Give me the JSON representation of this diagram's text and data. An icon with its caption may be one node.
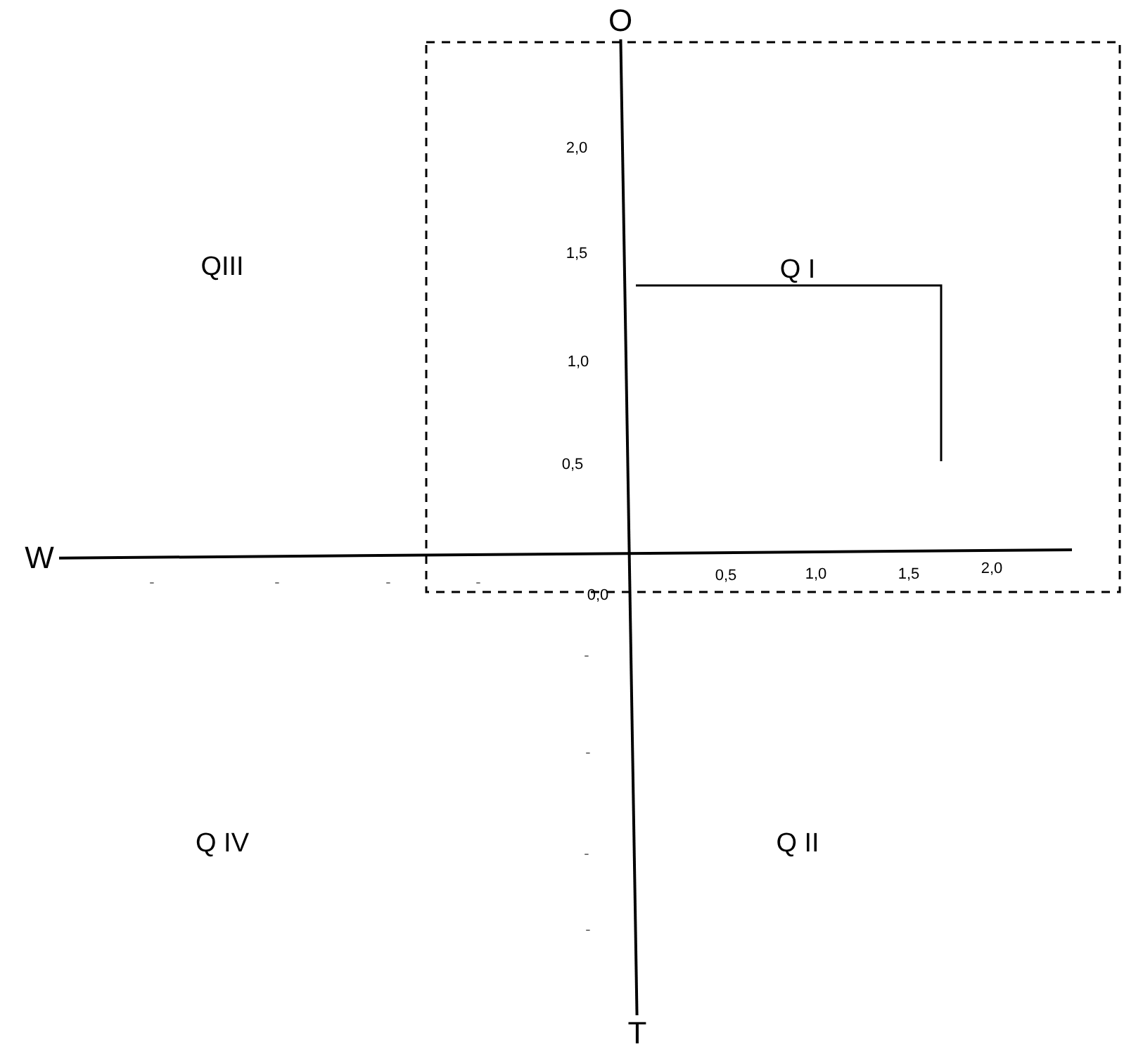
{
  "diagram": {
    "nodes": [
      {
        "text": [
          "O"
        ]
      },
      {
        "text": [
          "W"
        ]
      },
      {
        "text": [
          "T"
        ]
      }
    ],
    "edges": [
      {
        "from": 0,
        "to": 2,
        "arrow": "none"
      },
      {
        "from": 1,
        "to": null,
        "arrow": "none"
      }
    ],
    "labels": [
      "2,0",
      "QIII",
      "1,5",
      "Q I",
      "1,0",
      "0,5",
      "0,0",
      "0,5",
      "1,0",
      "1,5",
      "2,0",
      "-",
      "-",
      "-",
      "-",
      "-",
      "-",
      "Q IV",
      "Q II",
      "-",
      "-"
    ]
  }
}
